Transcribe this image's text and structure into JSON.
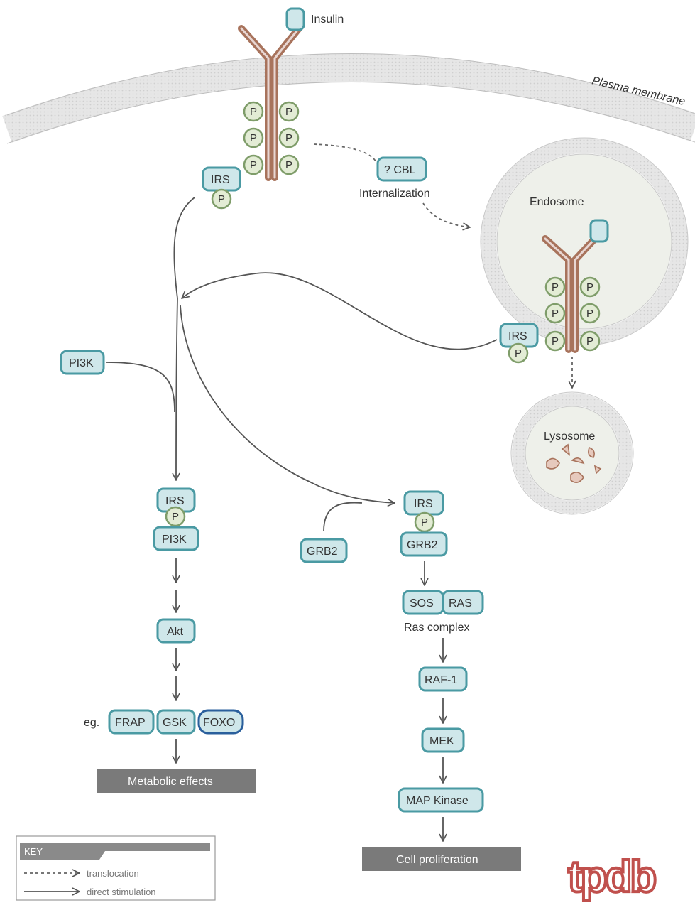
{
  "labels": {
    "insulin": "Insulin",
    "plasma_membrane": "Plasma membrane",
    "cbl": "? CBL",
    "internalization": "Internalization",
    "endosome": "Endosome",
    "lysosome": "Lysosome",
    "irs": "IRS",
    "p": "P",
    "pi3k": "PI3K",
    "grb2": "GRB2",
    "akt": "Akt",
    "eg": "eg.",
    "frap": "FRAP",
    "gsk": "GSK",
    "foxo": "FOXO",
    "metabolic_effects": "Metabolic effects",
    "sos": "SOS",
    "ras": "RAS",
    "ras_complex": "Ras complex",
    "raf1": "RAF-1",
    "mek": "MEK",
    "map_kinase": "MAP Kinase",
    "cell_proliferation": "Cell proliferation"
  },
  "key": {
    "title": "KEY",
    "translocation": "translocation",
    "direct_stimulation": "direct stimulation"
  },
  "logo": "tpdb",
  "colors": {
    "node_fill": "#cfe7ea",
    "node_stroke": "#4a9aa3",
    "foxo_stroke": "#2a5f9c",
    "phospho_fill": "#e3ecd5",
    "phospho_stroke": "#7f9d6a",
    "receptor": "#a8735c",
    "receptor_inner": "#e8d6d2",
    "membrane": "#d9d9d9",
    "output_bar": "#7a7a7a",
    "logo": "#c0504d"
  }
}
